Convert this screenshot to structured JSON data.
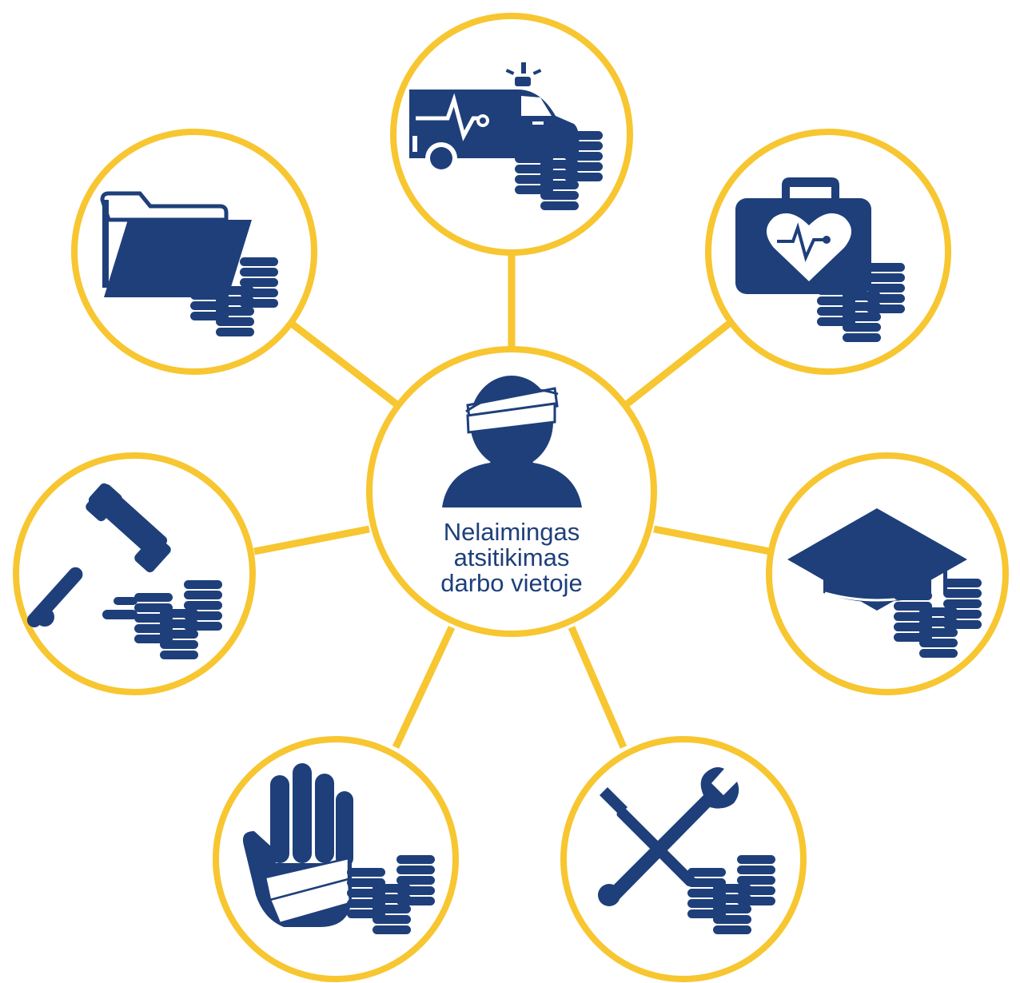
{
  "colors": {
    "ring": "#F7C630",
    "icon": "#1E3F7A",
    "label": "#1E3F7A",
    "background": "#FFFFFF"
  },
  "center": {
    "icon": "injured-worker-icon",
    "label_lines": [
      "Nelaimingas",
      "atsitikimas",
      "darbo vietoje"
    ]
  },
  "satellites": [
    {
      "id": "ambulance",
      "icon": "ambulance-icon"
    },
    {
      "id": "medical-kit",
      "icon": "medical-kit-icon"
    },
    {
      "id": "education",
      "icon": "graduation-cap-icon"
    },
    {
      "id": "tools",
      "icon": "tools-icon"
    },
    {
      "id": "injured-hand",
      "icon": "bandaged-hand-icon"
    },
    {
      "id": "legal",
      "icon": "gavel-icon"
    },
    {
      "id": "documents",
      "icon": "folder-icon"
    }
  ],
  "secondary_icon": "coin-stacks-icon"
}
